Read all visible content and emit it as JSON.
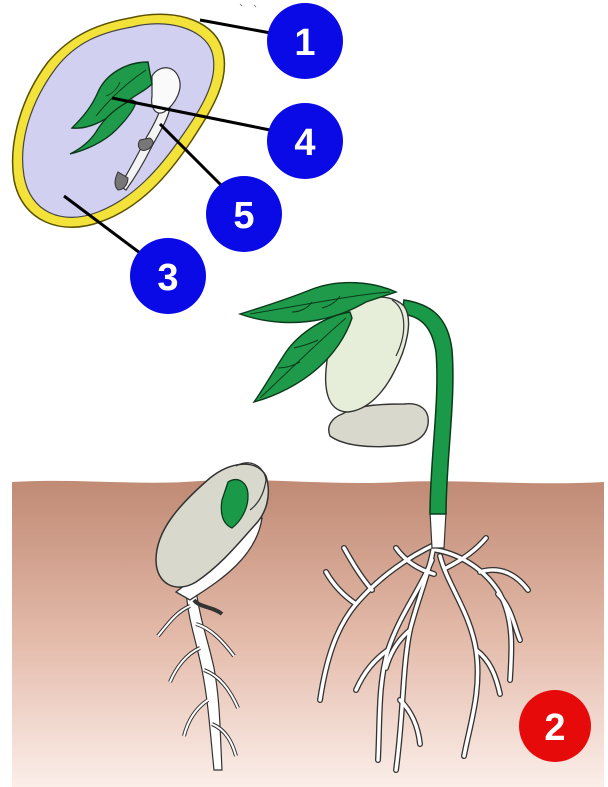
{
  "markers": [
    {
      "id": "1",
      "label": "1",
      "color": "#0a0ae6"
    },
    {
      "id": "2",
      "label": "2",
      "color": "#e60a0a"
    },
    {
      "id": "3",
      "label": "3",
      "color": "#0a0ae6"
    },
    {
      "id": "4",
      "label": "4",
      "color": "#0a0ae6"
    },
    {
      "id": "5",
      "label": "5",
      "color": "#0a0ae6"
    }
  ],
  "colors": {
    "seed_coat": "#f2e23a",
    "cotyledon": "#d2d0f0",
    "leaf": "#1e9a4a",
    "stem": "#1a9a48",
    "soil_top": "#c08a74",
    "soil_bottom": "#fbeee9",
    "pale_cotyledon": "#e6edd8",
    "old_seed": "#d9d8cc",
    "root": "#ffffff"
  }
}
